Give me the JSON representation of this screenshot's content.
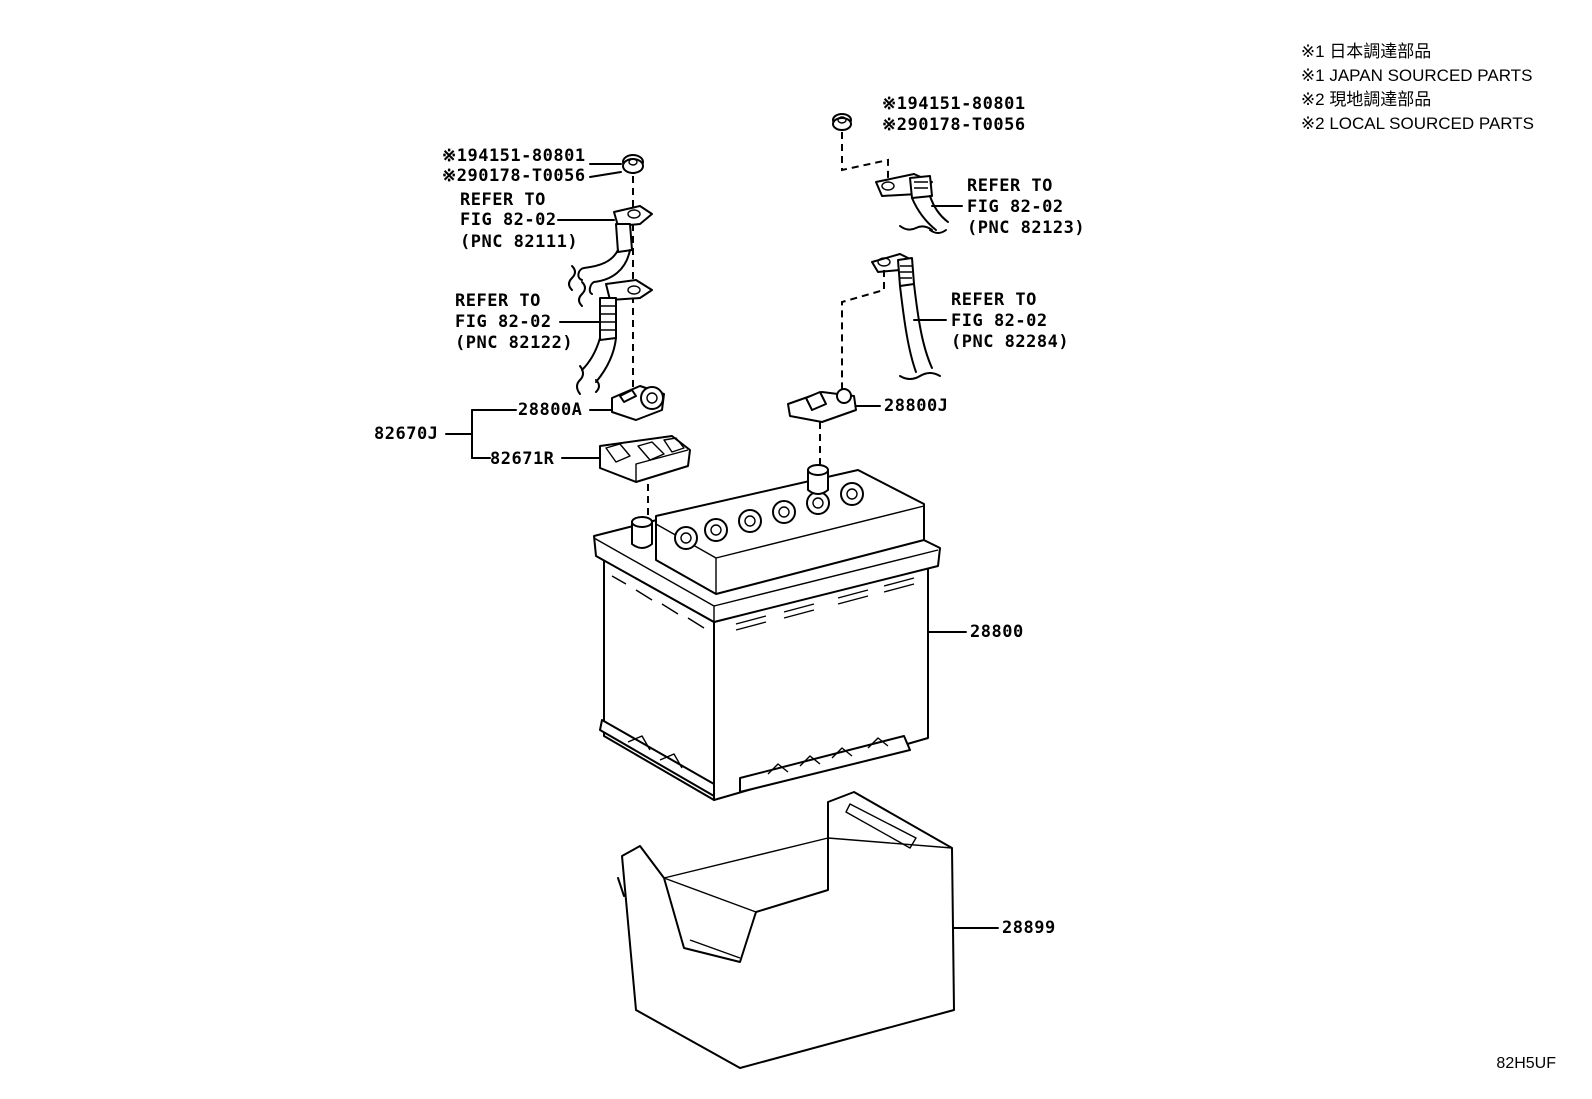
{
  "legend": [
    "※1 日本調達部品",
    "※1 JAPAN SOURCED PARTS",
    "※2 現地調達部品",
    "※2 LOCAL SOURCED PARTS"
  ],
  "figure_code": "82H5UF",
  "callouts": {
    "left_nut_p1": "※194151-80801",
    "left_nut_p2": "※290178-T0056",
    "right_nut_p1": "※194151-80801",
    "right_nut_p2": "※290178-T0056",
    "ref_82111": [
      "REFER TO",
      "FIG 82-02",
      "(PNC 82111)"
    ],
    "ref_82122": [
      "REFER TO",
      "FIG 82-02",
      "(PNC 82122)"
    ],
    "ref_82123": [
      "REFER TO",
      "FIG 82-02",
      "(PNC 82123)"
    ],
    "ref_82284": [
      "REFER TO",
      "FIG 82-02",
      "(PNC 82284)"
    ],
    "part_28800A": "28800A",
    "part_82670J": "82670J",
    "part_82671R": "82671R",
    "part_28800J": "28800J",
    "part_28800": "28800",
    "part_28899": "28899"
  }
}
